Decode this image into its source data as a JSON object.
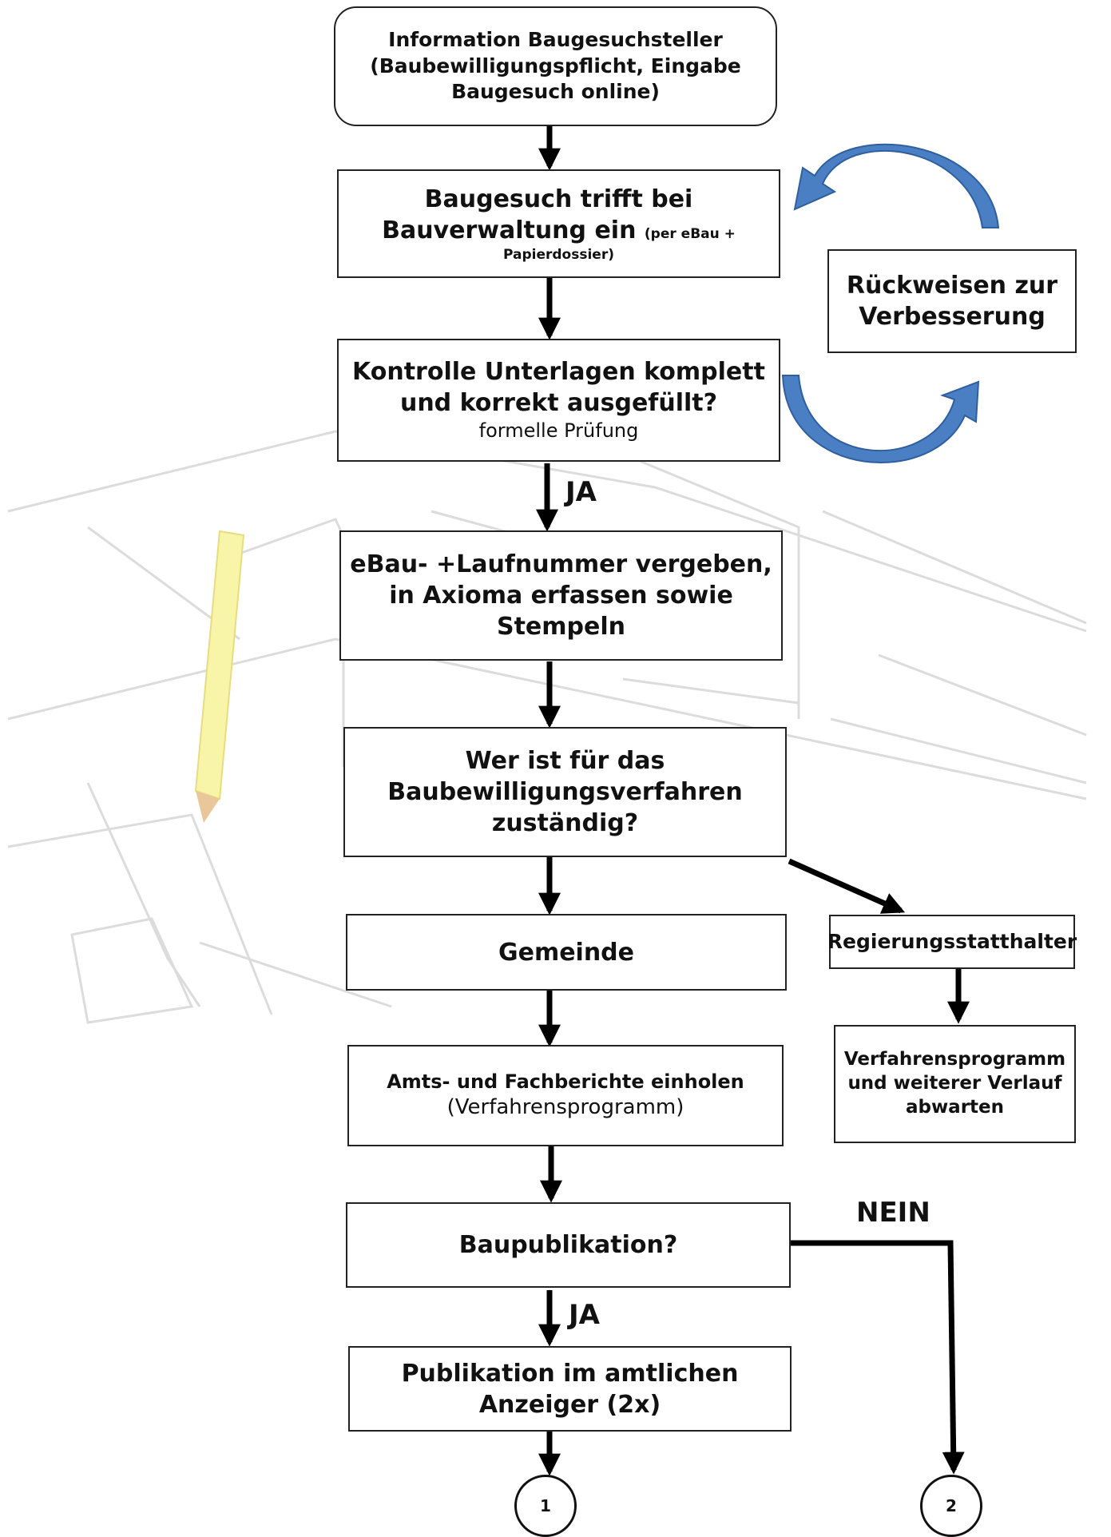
{
  "flowchart": {
    "start": {
      "line1": "Information Baugesuchsteller",
      "line2": "(Baubewilligungspflicht, Eingabe",
      "line3": "Baugesuch online)"
    },
    "receive": {
      "line1": "Baugesuch trifft bei",
      "line2": "Bauverwaltung ein",
      "note_part1": "(per eBau +",
      "note_part2": "Papierdossier)"
    },
    "reject": {
      "line1": "Rückweisen zur",
      "line2": "Verbesserung"
    },
    "check": {
      "line1": "Kontrolle Unterlagen komplett",
      "line2": "und korrekt ausgefüllt?",
      "sub": "formelle Prüfung"
    },
    "ja1": "JA",
    "assign": {
      "line1": "eBau- +Laufnummer vergeben,",
      "line2": "in Axioma erfassen sowie",
      "line3": "Stempeln"
    },
    "who": {
      "line1": "Wer ist für das",
      "line2": "Baubewilligungsverfahren",
      "line3": "zuständig?"
    },
    "gemeinde": "Gemeinde",
    "statthalter": "Regierungsstatthalter",
    "reports": {
      "line1": "Amts- und Fachberichte einholen",
      "line2": "(Verfahrensprogramm)"
    },
    "program": {
      "line1": "Verfahrensprogramm",
      "line2": "und weiterer Verlauf",
      "line3": "abwarten"
    },
    "publication_q": "Baupublikation?",
    "nein": "NEIN",
    "ja2": "JA",
    "publication": {
      "line1": "Publikation im amtlichen",
      "line2": "Anzeiger (2x)"
    },
    "connector1": "1",
    "connector2": "2"
  },
  "colors": {
    "curved_arrow": "#4a7fc4",
    "box_border": "#222222",
    "arrow": "#000000"
  }
}
